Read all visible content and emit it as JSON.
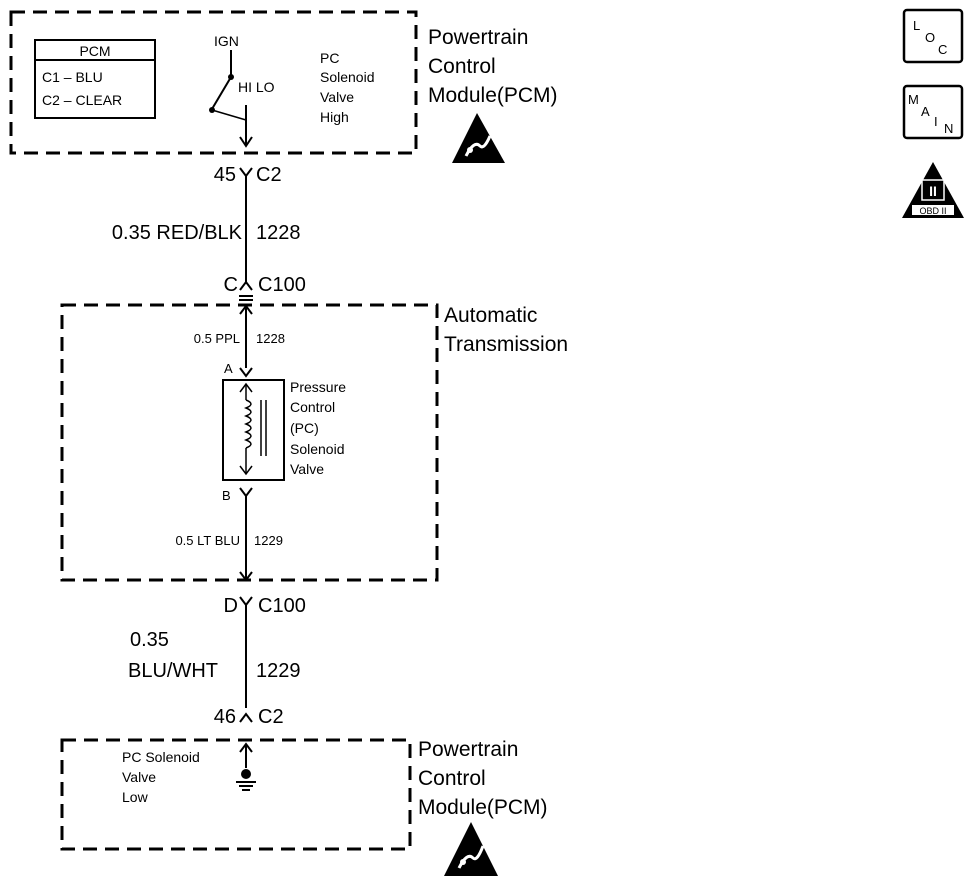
{
  "top_module": {
    "name_line1": "Powertrain",
    "name_line2": "Control",
    "name_line3": "Module(PCM)",
    "legend_title": "PCM",
    "legend_c1": "C1 – BLU",
    "legend_c2": "C2 – CLEAR",
    "ign_label": "IGN",
    "switch_text": "HI LO",
    "func_line1": "PC",
    "func_line2": "Solenoid",
    "func_line3": "Valve",
    "func_line4": "High",
    "pin": "45",
    "connector": "C2"
  },
  "wire_top": {
    "gauge_color": "0.35 RED/BLK",
    "circuit": "1228"
  },
  "c100_top": {
    "pin": "C",
    "connector": "C100"
  },
  "transmission": {
    "name_line1": "Automatic",
    "name_line2": "Transmission",
    "wire_in_gauge": "0.5 PPL",
    "wire_in_circuit": "1228",
    "terminal_a": "A",
    "terminal_b": "B",
    "sol_line1": "Pressure",
    "sol_line2": "Control",
    "sol_line3": "(PC)",
    "sol_line4": "Solenoid",
    "sol_line5": "Valve",
    "wire_out_gauge": "0.5 LT BLU",
    "wire_out_circuit": "1229"
  },
  "c100_bottom": {
    "pin": "D",
    "connector": "C100"
  },
  "wire_bottom": {
    "gauge": "0.35",
    "color": "BLU/WHT",
    "circuit": "1229"
  },
  "bottom_module": {
    "pin": "46",
    "connector": "C2",
    "func_line1": "PC Solenoid",
    "func_line2": "Valve",
    "func_line3": "Low",
    "name_line1": "Powertrain",
    "name_line2": "Control",
    "name_line3": "Module(PCM)"
  },
  "sidebar": {
    "loc_l": "L",
    "loc_o": "O",
    "loc_c": "C",
    "main_m": "M",
    "main_a": "A",
    "main_i": "I",
    "main_n": "N",
    "obd_numeral": "II",
    "obd_text": "OBD II"
  }
}
